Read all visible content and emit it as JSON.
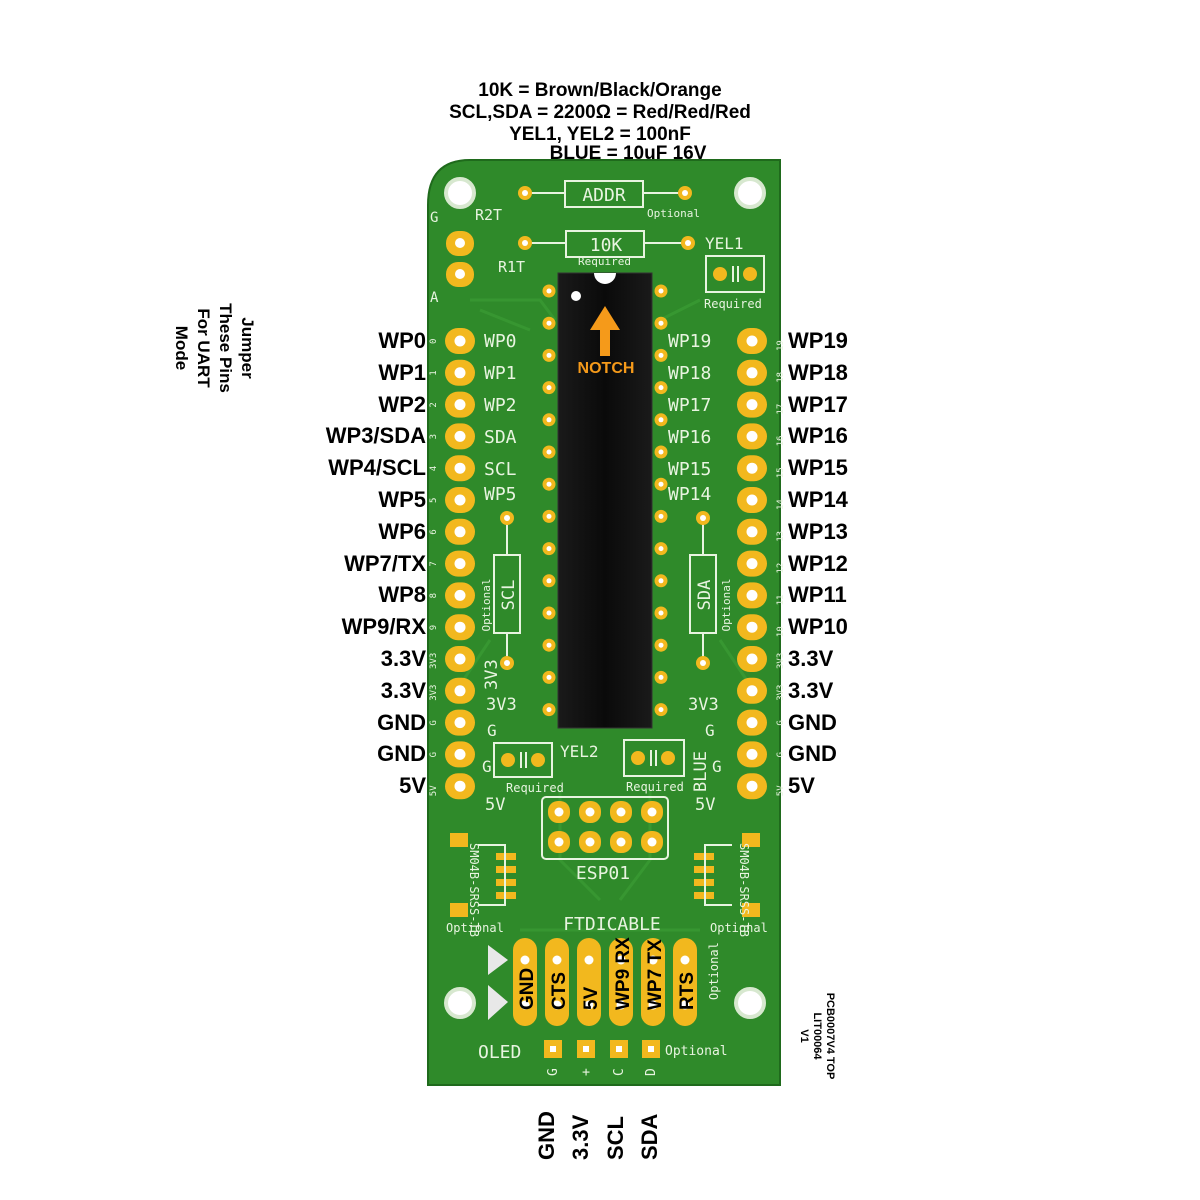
{
  "header_notes": [
    "10K = Brown/Black/Orange",
    "SCL,SDA = 2200Ω = Red/Red/Red",
    "YEL1, YEL2 = 100nF",
    "BLUE = 10uF 16V"
  ],
  "jumper_note": [
    "Jumper",
    "These Pins",
    "For UART",
    "Mode"
  ],
  "left_pins": [
    "WP0",
    "WP1",
    "WP2",
    "WP3/SDA",
    "WP4/SCL",
    "WP5",
    "WP6",
    "WP7/TX",
    "WP8",
    "WP9/RX",
    "3.3V",
    "3.3V",
    "GND",
    "GND",
    "5V"
  ],
  "right_pins": [
    "WP19",
    "WP18",
    "WP17",
    "WP16",
    "WP15",
    "WP14",
    "WP13",
    "WP12",
    "WP11",
    "WP10",
    "3.3V",
    "3.3V",
    "GND",
    "GND",
    "5V"
  ],
  "oled_pins": [
    "GND",
    "3.3V",
    "SCL",
    "SDA"
  ],
  "pcb_id": [
    "PCB0007V4 TOP",
    "LIT00064",
    "V1"
  ],
  "silkscreen": {
    "addr": "ADDR",
    "r2t": "R2T",
    "r1t": "R1T",
    "ten_k": "10K",
    "optional": "Optional",
    "required": "Required",
    "yel1": "YEL1",
    "yel2": "YEL2",
    "blue": "BLUE",
    "notch": "NOTCH",
    "g": "G",
    "a": "A",
    "scl": "SCL",
    "sda": "SDA",
    "three_v3": "3V3",
    "five_v": "5V",
    "esp01": "ESP01",
    "ftdicable": "FTDICABLE",
    "oled": "OLED",
    "connector": "SM04B-SRSS-TB",
    "left_inner": [
      "WP0",
      "WP1",
      "WP2",
      "SDA",
      "SCL",
      "WP5"
    ],
    "right_inner": [
      "WP19",
      "WP18",
      "WP17",
      "WP16",
      "WP15",
      "WP14"
    ],
    "left_num": [
      "0",
      "1",
      "2",
      "3",
      "4",
      "5",
      "6",
      "7",
      "8",
      "9",
      "3V3",
      "3V3",
      "G",
      "G",
      "5V"
    ],
    "right_num": [
      "19",
      "18",
      "17",
      "16",
      "15",
      "14",
      "13",
      "12",
      "11",
      "10",
      "3V3",
      "3V3",
      "G",
      "G",
      "5V"
    ],
    "ftdi_labels": [
      "GND",
      "CTS",
      "5V",
      "WP9 RX",
      "WP7 TX",
      "RTS"
    ],
    "oled_silk": [
      "G",
      "+",
      "C",
      "D"
    ]
  },
  "colors": {
    "board": "#2f8a2a",
    "silk": "#e8f4e0",
    "pad": "#f2b81e",
    "chip": "#111111",
    "notch_arrow": "#f59a1a"
  }
}
